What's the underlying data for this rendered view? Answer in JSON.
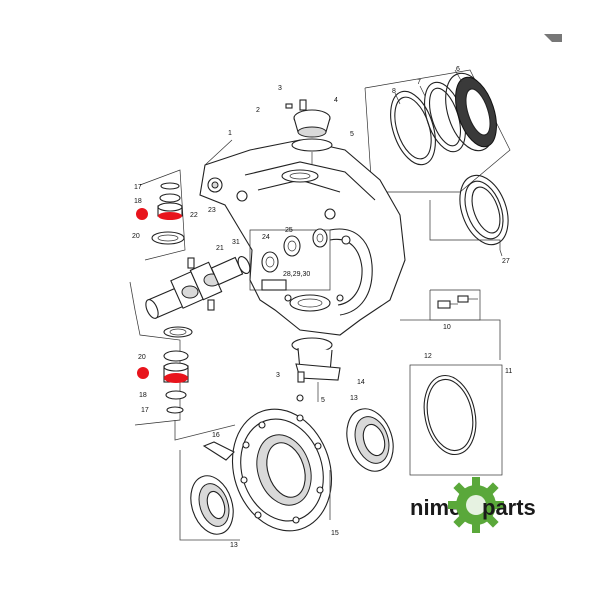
{
  "colors": {
    "highlight": "#e8141c",
    "brand_green": "#5aa83a",
    "line": "#222222"
  },
  "icons": {
    "corner": "triangle-marker-icon",
    "brand": "gear-icon"
  },
  "brand": {
    "prefix": "nimer",
    "suffix": "parts"
  },
  "callouts": {
    "c1": "1",
    "c2": "2",
    "c3": "3",
    "c4": "4",
    "c5": "5",
    "c6": "6",
    "c7": "7",
    "c8": "8",
    "c10": "10",
    "c11": "11",
    "c12": "12",
    "c13": "13",
    "c14": "14",
    "c15": "15",
    "c16": "16",
    "c17": "17",
    "c17b": "17",
    "c18": "18",
    "c18b": "18",
    "c20": "20",
    "c20b": "20",
    "c21": "21",
    "c22": "22",
    "c23": "23",
    "c24": "24",
    "c25": "25",
    "c27": "27",
    "c3b": "3",
    "c5b": "5",
    "c31": "31",
    "c282930": "28,29,30",
    "c13b": "13"
  }
}
